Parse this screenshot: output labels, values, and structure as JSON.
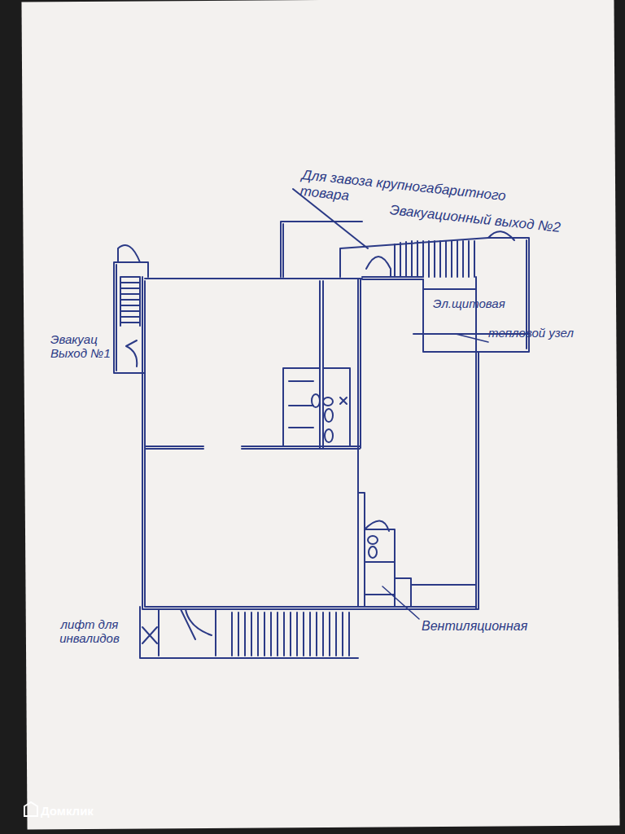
{
  "diagram": {
    "labels": [
      "Для завоза крупногабаритного товара",
      "Эвакуационный выход №2",
      "Эл.щитовая",
      "тепловой узел",
      "Эвакуац Выход №1",
      "лифт для инвалидов",
      "Вентиляционная",
      "Домклик"
    ]
  }
}
